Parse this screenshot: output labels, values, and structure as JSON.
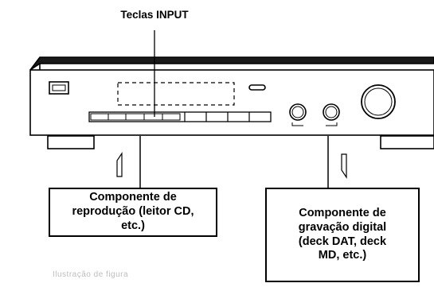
{
  "callout": {
    "label": "Teclas INPUT"
  },
  "boxes": {
    "playback": "Componente de\nreprodução (leitor CD,\netc.)",
    "recording": "Componente de\ngravação digital\n(deck DAT, deck\nMD, etc.)"
  },
  "caption": "Ilustração de figura",
  "colors": {
    "line": "#000000",
    "device_top": "#1a1a1a"
  },
  "device": {
    "input_keys_count": 5,
    "right_keys_count": 4
  }
}
